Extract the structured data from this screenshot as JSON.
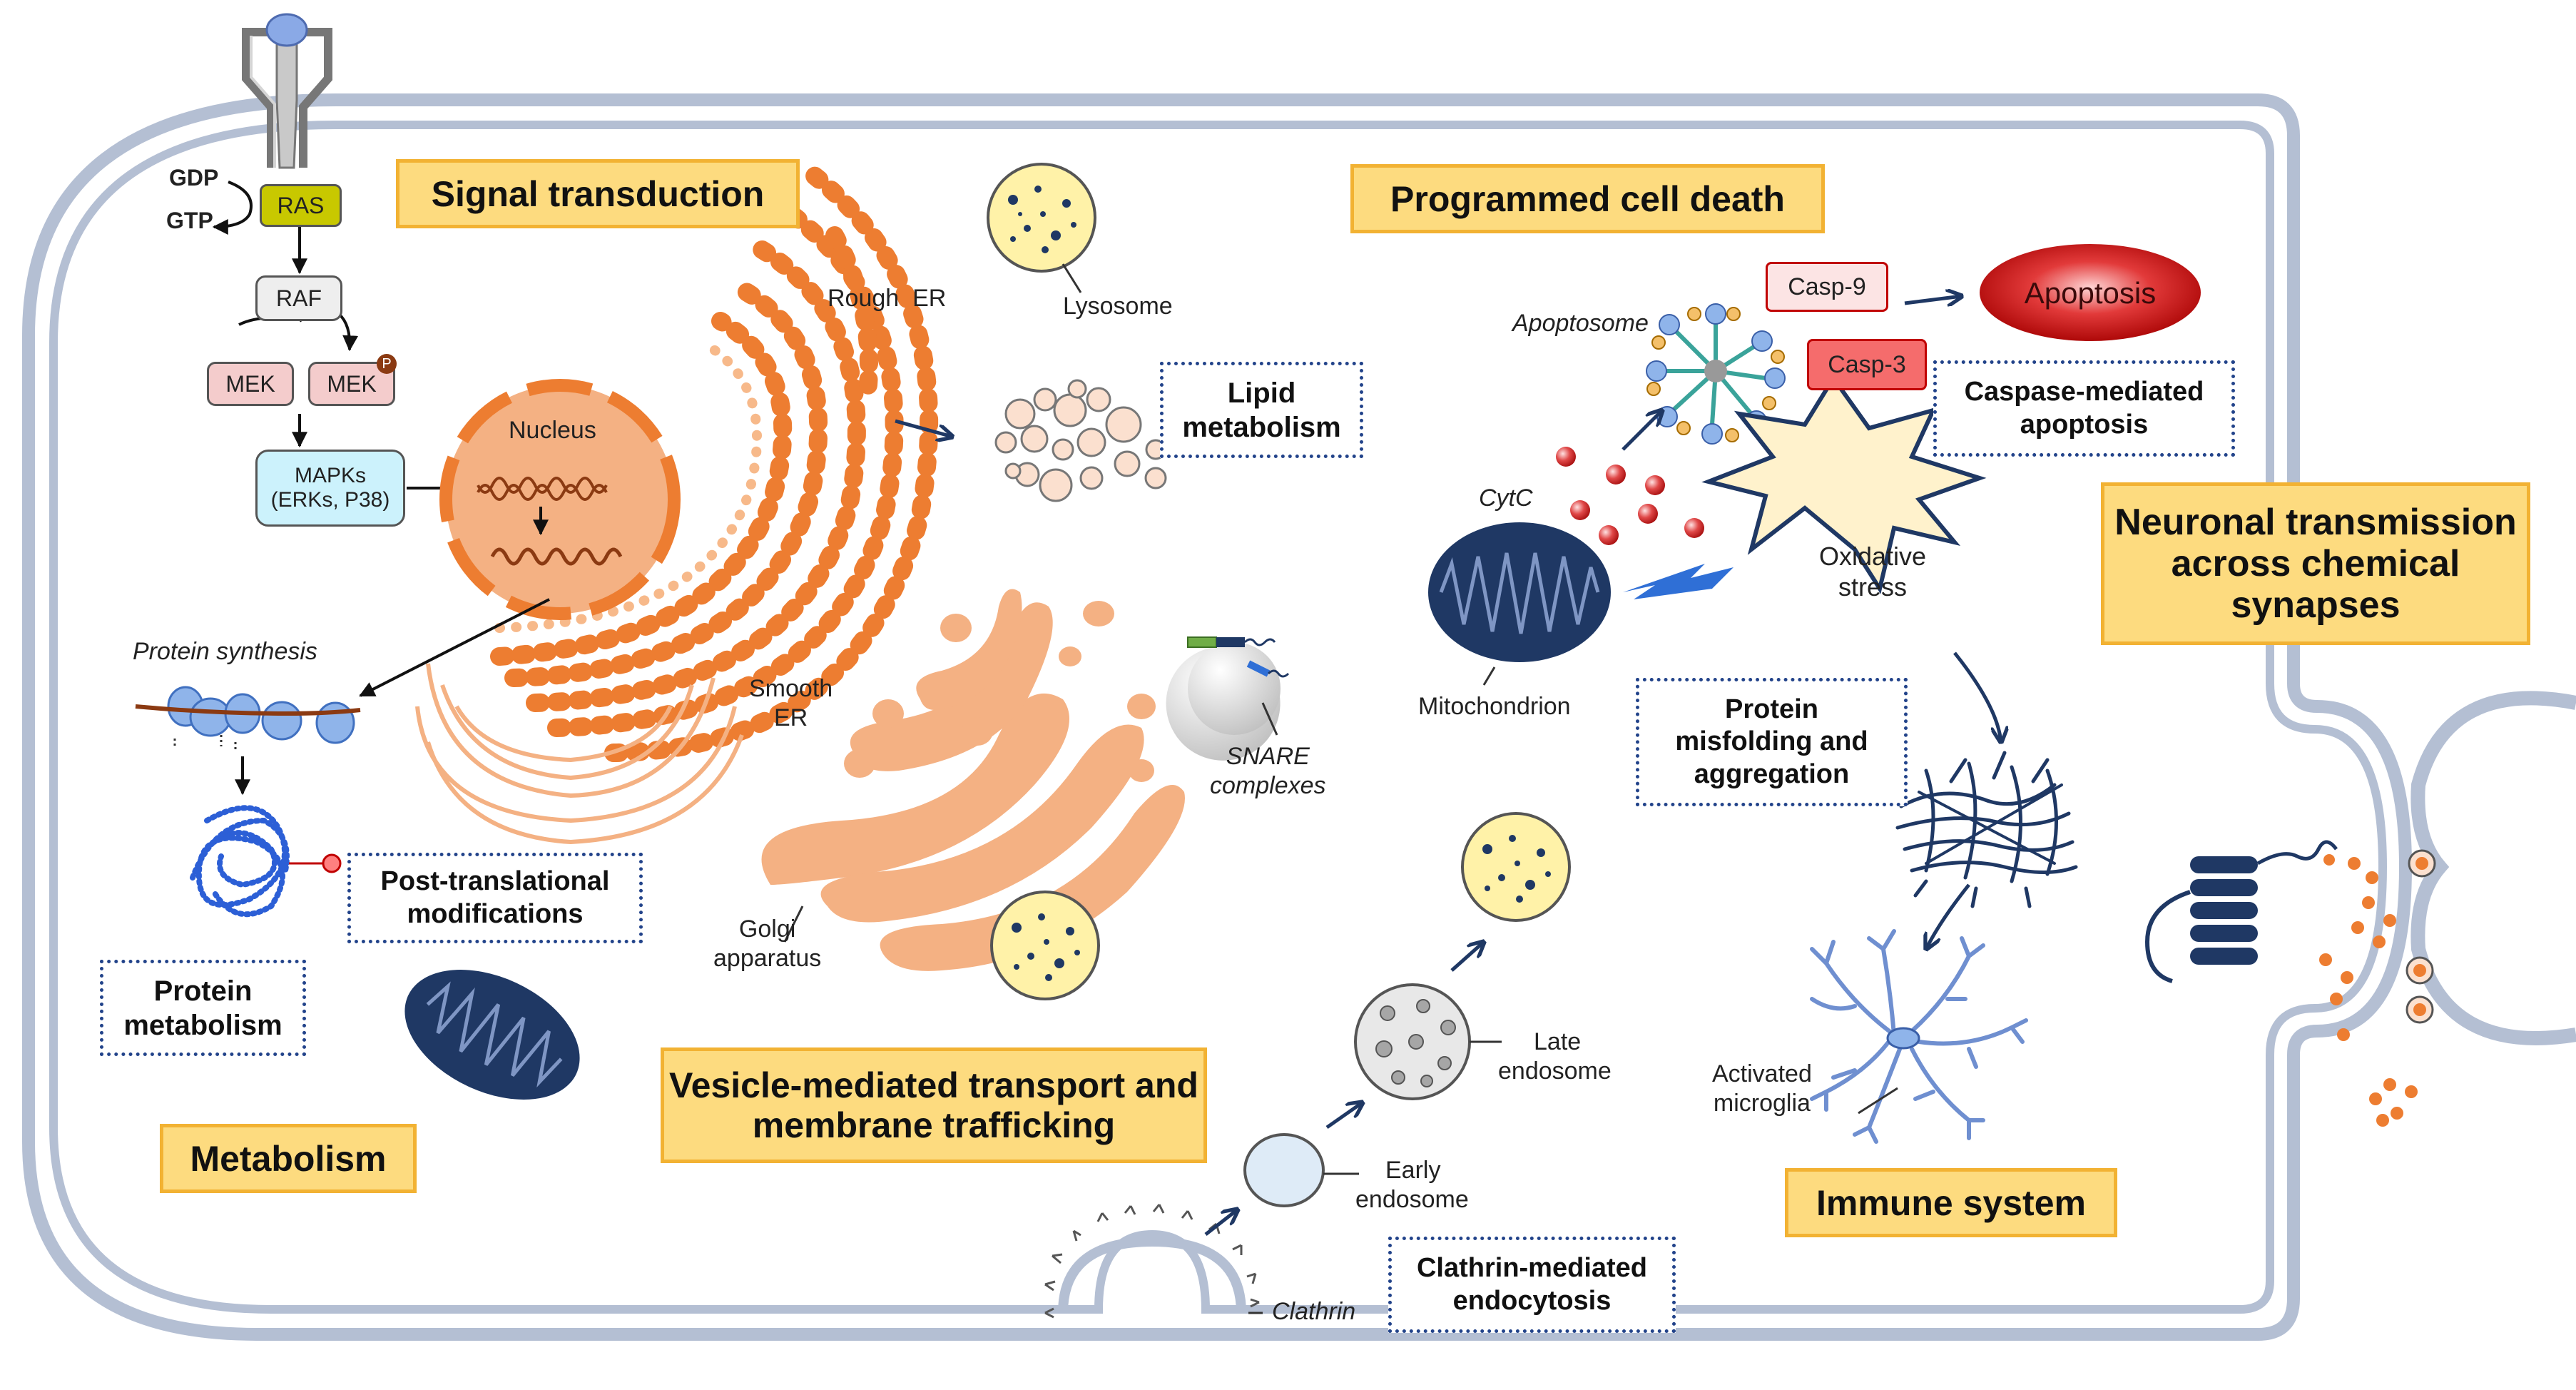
{
  "headers": {
    "signal": "Signal transduction",
    "pcd": "Programmed cell death",
    "neuronal": "Neuronal transmission across chemical synapses",
    "metabolism": "Metabolism",
    "vesicle": "Vesicle-mediated transport and membrane trafficking",
    "immune": "Immune system"
  },
  "boxes": {
    "lipid": "Lipid metabolism",
    "caspase": "Caspase-mediated apoptosis",
    "ptm": "Post-translational modifications",
    "protein_met": "Protein metabolism",
    "misfold": "Protein misfolding and aggregation",
    "clathrin_endo": "Clathrin-mediated endocytosis"
  },
  "signaling": {
    "gdp": "GDP",
    "gtp": "GTP",
    "ras": "RAS",
    "raf": "RAF",
    "mek": "MEK",
    "mek_p": "MEK",
    "p": "P",
    "mapks": "MAPKs",
    "mapks_sub": "(ERKs, P38)"
  },
  "labels": {
    "nucleus": "Nucleus",
    "rough_er": "Rough  ER",
    "smooth_er_1": "Smooth",
    "smooth_er_2": "ER",
    "lysosome": "Lysosome",
    "protein_synthesis": "Protein synthesis",
    "golgi_1": "Golgi",
    "golgi_2": "apparatus",
    "snare_1": "SNARE",
    "snare_2": "complexes",
    "apoptosome": "Apoptosome",
    "casp9": "Casp-9",
    "casp3": "Casp-3",
    "apoptosis": "Apoptosis",
    "cytc": "CytC",
    "oxidative_1": "Oxidative",
    "oxidative_2": "stress",
    "mitochondrion": "Mitochondrion",
    "late_endo_1": "Late",
    "late_endo_2": "endosome",
    "early_endo_1": "Early",
    "early_endo_2": "endosome",
    "activated_1": "Activated",
    "activated_2": "microglia",
    "clathrin": "Clathrin"
  },
  "colors": {
    "membrane": "#b4bfd3",
    "header_fill": "#fddb7f",
    "header_border": "#f2b233",
    "navy": "#1f3864",
    "orange": "#ed7d31",
    "peach": "#f4b183",
    "red": "#c00000",
    "ras": "#c8c800",
    "mek": "#f4cccc",
    "mapks": "#ccf2fc",
    "vesicle_fill": "#fff2a8"
  }
}
